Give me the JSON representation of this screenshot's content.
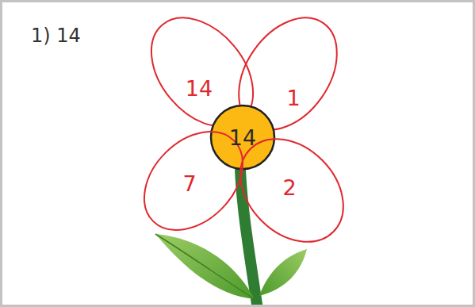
{
  "diagram": {
    "title": "1) 14",
    "nodes": [
      {
        "text": [
          "14"
        ]
      },
      {
        "text": [
          "1"
        ]
      },
      {
        "text": [
          "14"
        ]
      },
      {
        "text": [
          "7"
        ]
      },
      {
        "text": [
          "2"
        ]
      }
    ]
  }
}
